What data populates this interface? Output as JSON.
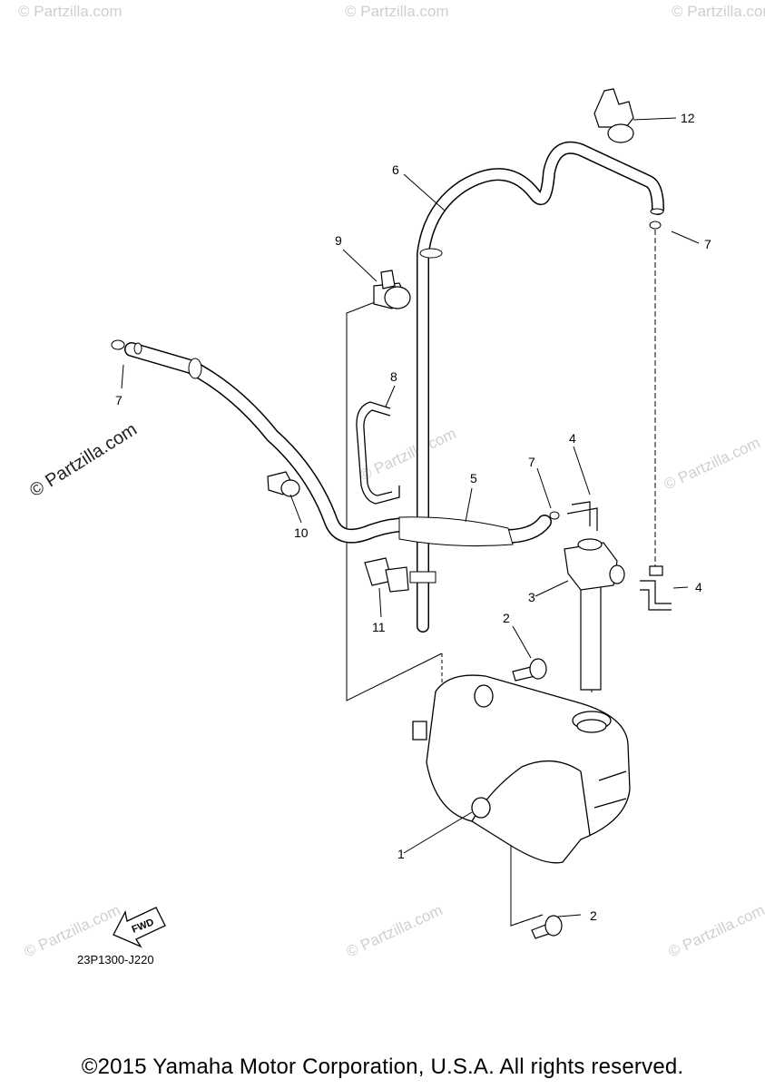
{
  "watermarks": {
    "text": "© Partzilla.com",
    "prominent": "© Partzilla.com"
  },
  "callouts": {
    "c1": "1",
    "c2a": "2",
    "c2b": "2",
    "c3": "3",
    "c4a": "4",
    "c4b": "4",
    "c5": "5",
    "c6": "6",
    "c7a": "7",
    "c7b": "7",
    "c7c": "7",
    "c8": "8",
    "c9": "9",
    "c10": "10",
    "c11": "11",
    "c12": "12"
  },
  "fwd_label": "FWD",
  "diagram_code": "23P1300-J220",
  "footer": "©2015 Yamaha Motor Corporation, U.S.A. All rights reserved."
}
